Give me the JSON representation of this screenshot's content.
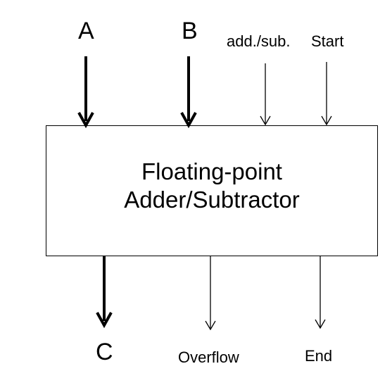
{
  "diagram": {
    "block": {
      "line1": "Floating-point",
      "line2": "Adder/Subtractor"
    },
    "inputs": {
      "a": "A",
      "b": "B",
      "add_sub": "add./sub.",
      "start": "Start"
    },
    "outputs": {
      "c": "C",
      "overflow": "Overflow",
      "end": "End"
    }
  }
}
